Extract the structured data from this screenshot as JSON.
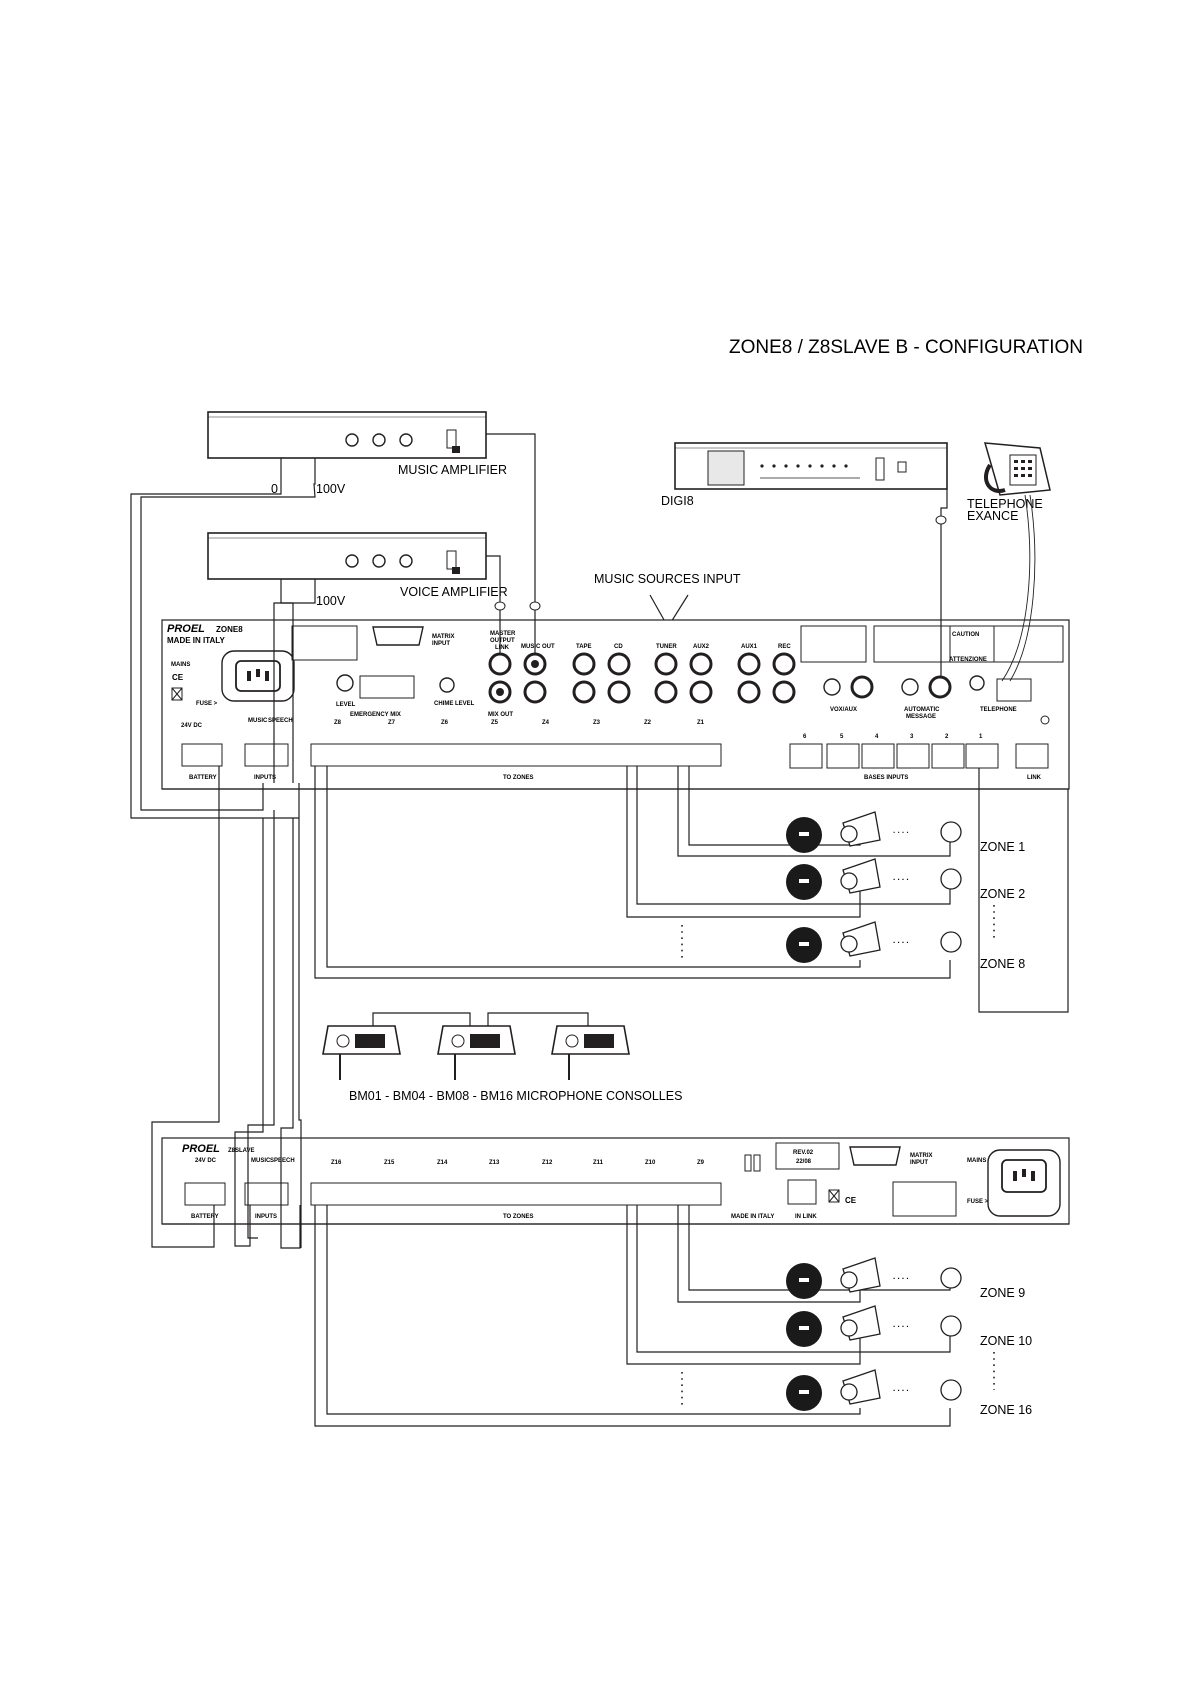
{
  "title": "ZONE8 / Z8SLAVE    B - CONFIGURATION",
  "devices": {
    "music_amplifier": "MUSIC AMPLIFIER",
    "voice_amplifier": "VOICE AMPLIFIER",
    "digi8": "DIGI8",
    "telephone": [
      "TELEPHONE",
      "EXANCE"
    ],
    "music_sources_input": "MUSIC SOURCES INPUT",
    "amp_out_0": "0",
    "amp_out_100v": "100V",
    "voice_out_100v": "100V"
  },
  "zone8_panel": {
    "brand": "PROEL",
    "model": "ZONE8",
    "made_in": "MADE IN ITALY",
    "mains": "MAINS",
    "fuse": "FUSE >",
    "power": "24V DC",
    "battery": "BATTERY",
    "inputs": "INPUTS",
    "music": "MUSIC",
    "speech": "SPEECH",
    "matrix_input": [
      "MATRIX",
      "INPUT"
    ],
    "emergency_mix": "EMERGENCY MIX",
    "level": "LEVEL",
    "chime_level": "CHIME LEVEL",
    "master_output": [
      "MASTER",
      "OUTPUT"
    ],
    "link": "LINK",
    "music_out": "MUSIC OUT",
    "mix_out": "MIX OUT",
    "sources": [
      "TAPE",
      "CD",
      "TUNER",
      "AUX2",
      "AUX1",
      "REC"
    ],
    "vox_aux": "VOX/AUX",
    "automatic_message": [
      "AUTOMATIC",
      "MESSAGE"
    ],
    "telephone": "TELEPHONE",
    "caution": "CAUTION",
    "attenzione": "ATTENZIONE",
    "zone_groups": [
      "Z8",
      "Z7",
      "Z6",
      "Z5",
      "Z4",
      "Z3",
      "Z2",
      "Z1"
    ],
    "to_zones": "TO ZONES",
    "bases_inputs": "BASES INPUTS",
    "base_ports": [
      "6",
      "5",
      "4",
      "3",
      "2",
      "1"
    ],
    "link_port": "LINK"
  },
  "zones_top": [
    "ZONE 1",
    "ZONE 2",
    "ZONE 8"
  ],
  "microphones": "BM01 - BM04 - BM08 - BM16 MICROPHONE CONSOLLES",
  "z8slave_panel": {
    "brand": "PROEL",
    "model": "Z8SLAVE",
    "power": "24V DC",
    "battery": "BATTERY",
    "inputs": "INPUTS",
    "music": "MUSIC",
    "speech": "SPEECH",
    "zone_groups": [
      "Z16",
      "Z15",
      "Z14",
      "Z13",
      "Z12",
      "Z11",
      "Z10",
      "Z9"
    ],
    "to_zones": "TO ZONES",
    "made_in": "MADE IN ITALY",
    "in_link": "IN LINK",
    "rev": [
      "REV.02",
      "22/08"
    ],
    "matrix_input": [
      "MATRIX",
      "INPUT"
    ],
    "mains": "MAINS",
    "fuse": "FUSE >"
  },
  "zones_bottom": [
    "ZONE 9",
    "ZONE 10",
    "ZONE 16"
  ]
}
